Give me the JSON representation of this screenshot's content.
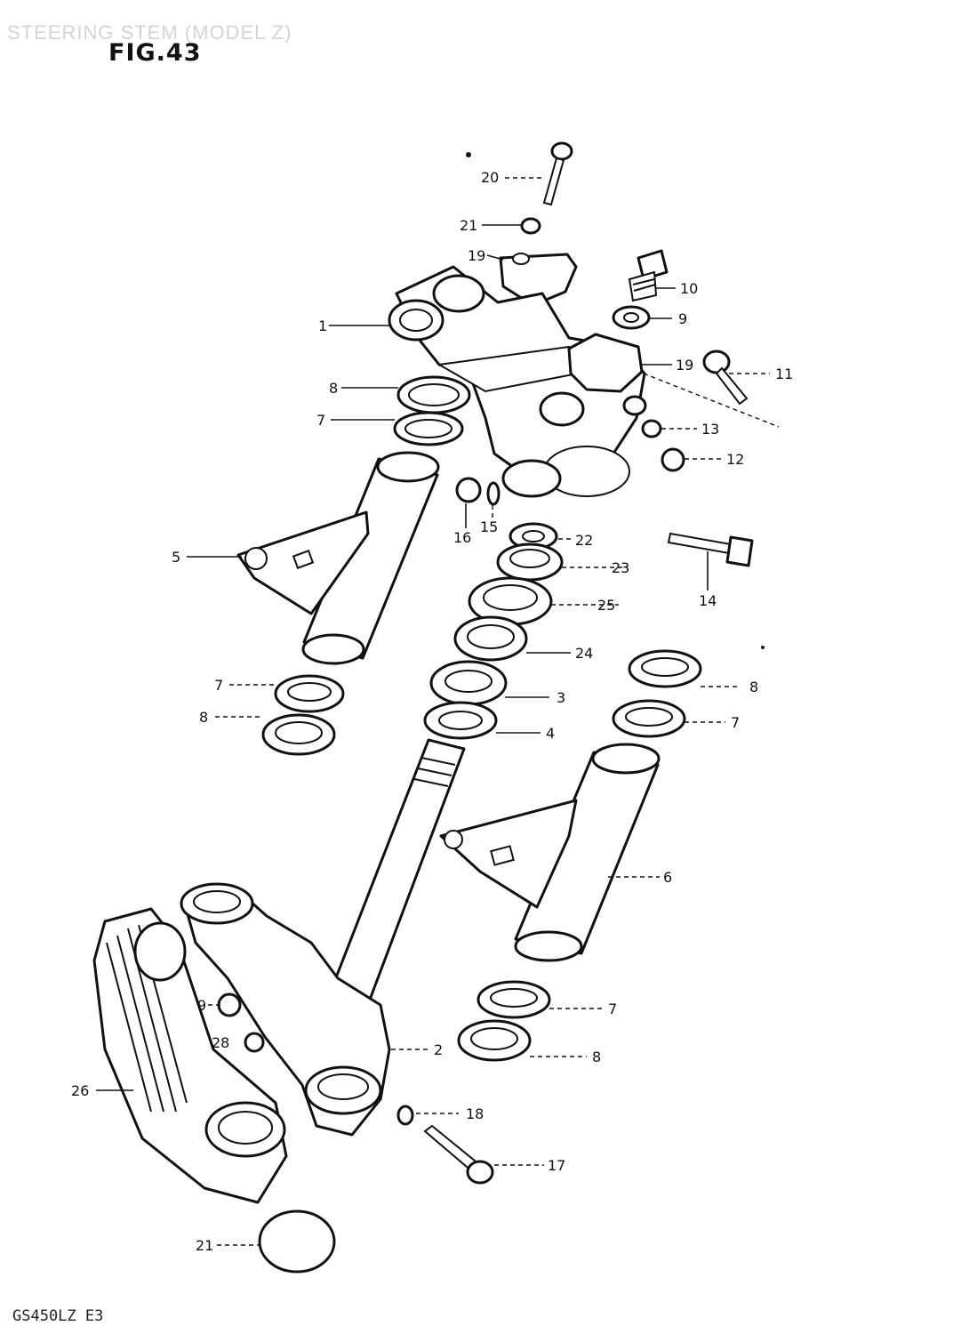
{
  "header": {
    "ghost_title": "STEERING STEM (MODEL Z)",
    "figure_label": "FIG.43"
  },
  "footer": {
    "model_code": "GS450LZ E3"
  },
  "callouts": [
    "20",
    "21",
    "19",
    "10",
    "9",
    "1",
    "19",
    "11",
    "8",
    "7",
    "13",
    "12",
    "16",
    "15",
    "22",
    "5",
    "23",
    "14",
    "25",
    "24",
    "7",
    "8",
    "3",
    "8",
    "4",
    "7",
    "6",
    "9",
    "7",
    "28",
    "2",
    "8",
    "26",
    "18",
    "17",
    "21"
  ]
}
